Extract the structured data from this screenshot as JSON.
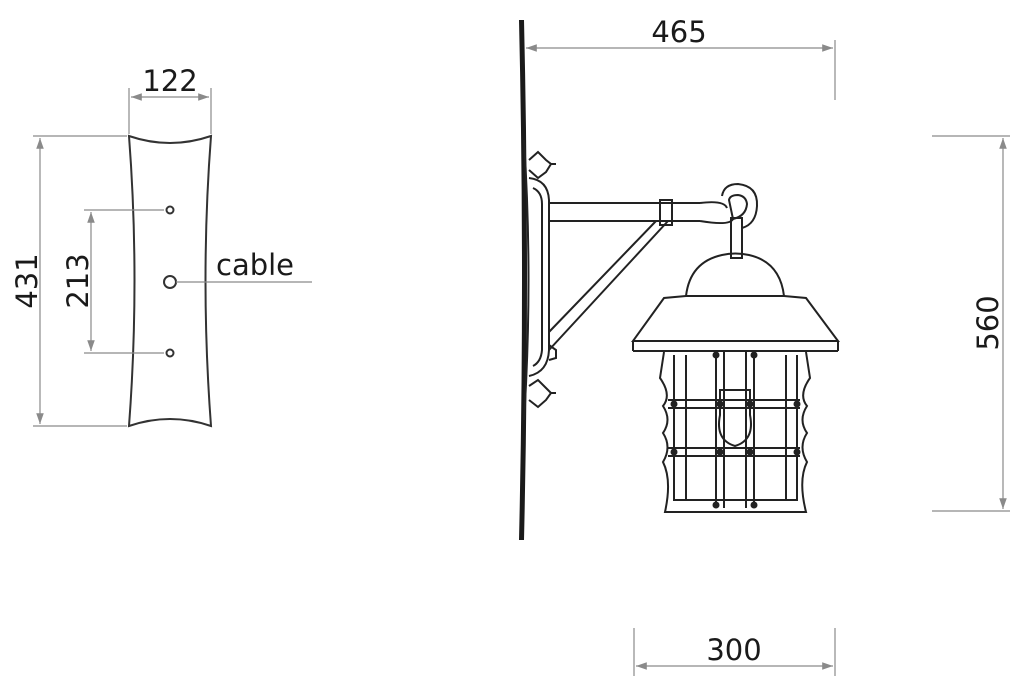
{
  "dimensions": {
    "plate_width": "122",
    "plate_height": "431",
    "hole_spacing": "213",
    "projection": "465",
    "lantern_height": "560",
    "lantern_width": "300"
  },
  "labels": {
    "cable": "cable"
  }
}
